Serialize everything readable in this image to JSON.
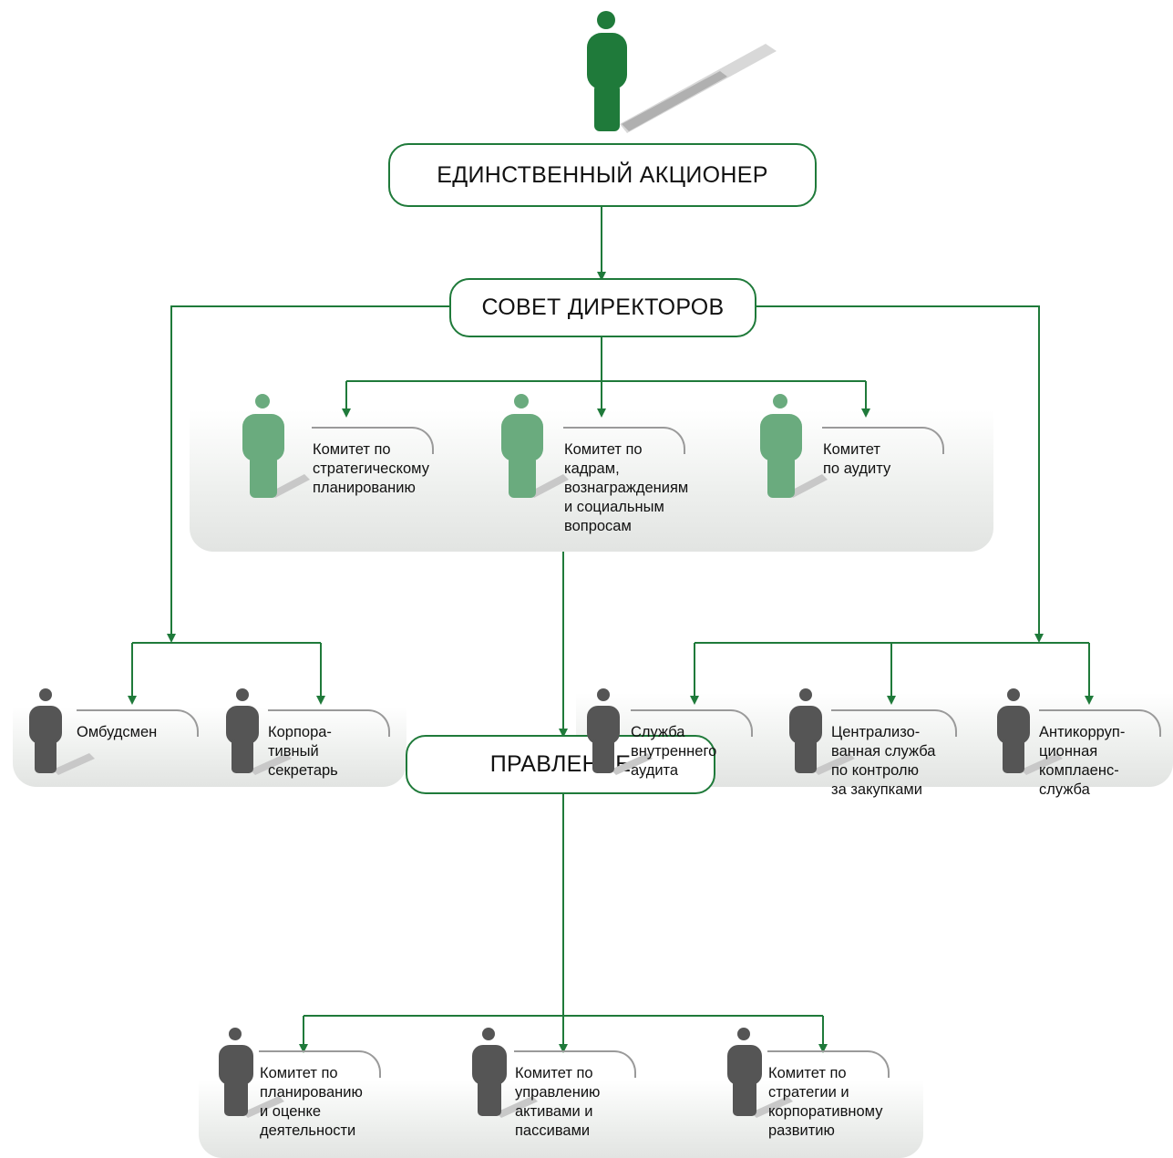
{
  "colors": {
    "green": "#1f7a3a",
    "committee_green": "#6aab7e",
    "gray": "#555555"
  },
  "boxes": {
    "shareholder": "ЕДИНСТВЕННЫЙ АКЦИОНЕР",
    "board": "СОВЕТ ДИРЕКТОРОВ",
    "management": "ПРАВЛЕНИЕ"
  },
  "board_committees": [
    "Комитет по\nстратегическому\nпланированию",
    "Комитет по\nкадрам,\nвознаграждениям\nи социальным\nвопросам",
    "Комитет\nпо аудиту"
  ],
  "left_units": [
    "Омбудсмен",
    "Корпора-\nтивный\nсекретарь"
  ],
  "right_units": [
    "Служба\nвнутреннего\nаудита",
    "Централизо-\nванная служба\nпо контролю\nза закупками",
    "Антикорруп-\nционная\nкомплаенс-\nслужба"
  ],
  "management_committees": [
    "Комитет по\nпланированию\nи оценке\nдеятельности",
    "Комитет по\nуправлению\nактивами и\nпассивами",
    "Комитет по\nстратегии и\nкорпоративному\nразвитию"
  ]
}
